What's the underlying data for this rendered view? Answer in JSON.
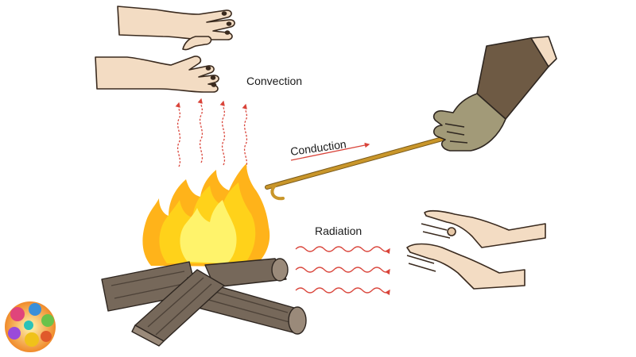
{
  "labels": {
    "convection": "Convection",
    "conduction": "Conduction",
    "radiation": "Radiation"
  },
  "colors": {
    "background": "#ffffff",
    "skin": "#f3dcc3",
    "outline": "#3a2a1e",
    "arrow_red": "#d9443a",
    "rod": "#c9962a",
    "glove": "#a29a78",
    "sleeve": "#6e5a44",
    "flame_outer": "#ffb31a",
    "flame_mid": "#ffd21a",
    "flame_inner": "#fff36b",
    "wood": "#76685a",
    "wood_end": "#9a8a7a"
  },
  "icons": {
    "logo": "colorful-circle-logo"
  }
}
